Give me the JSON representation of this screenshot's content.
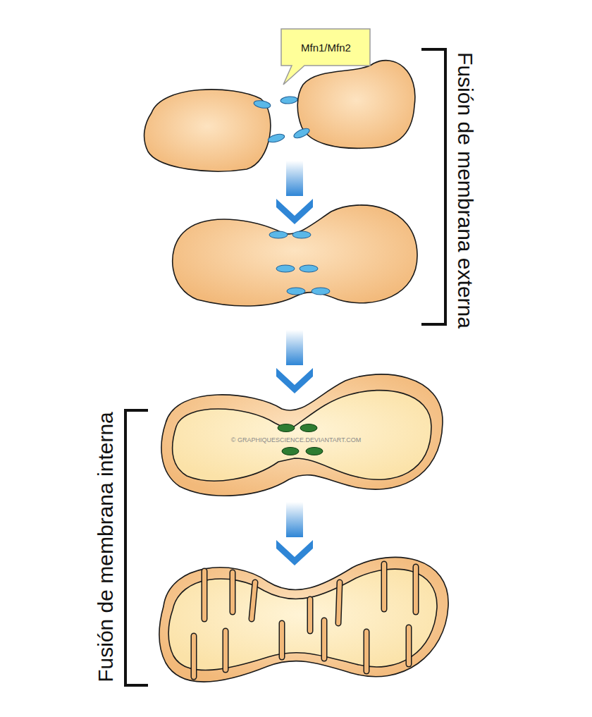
{
  "diagram": {
    "nodes": [
      {
        "text": [
          "Mfn1/Mfn2"
        ]
      }
    ],
    "labels": [
      "Fusión de membrana externa",
      "Fusión de membrana interna",
      "© GRAPHIQUESCIENCE.DEVIANTART.COM"
    ]
  }
}
